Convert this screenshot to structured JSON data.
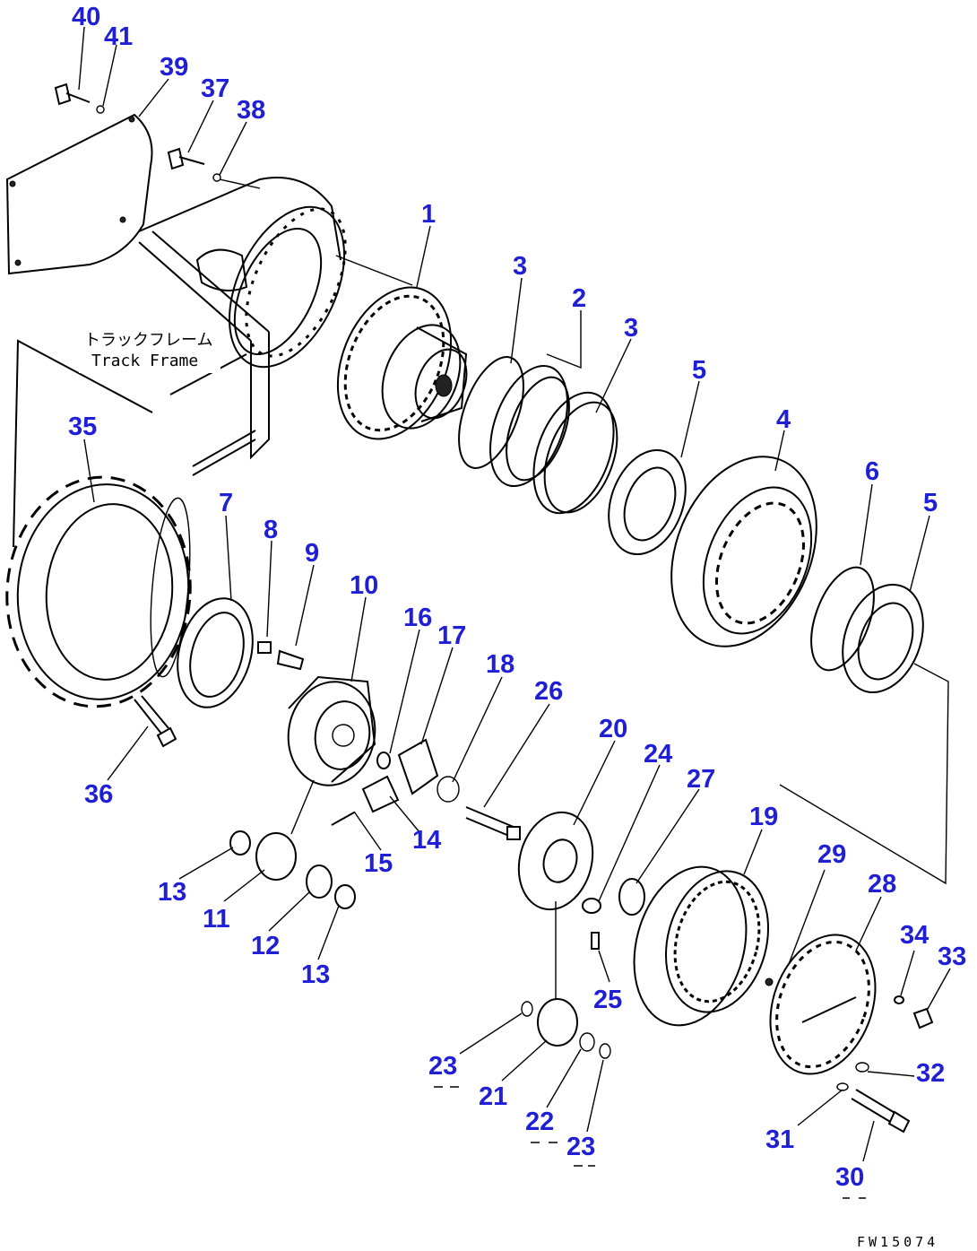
{
  "figure_code": "FW15074",
  "frame_label": {
    "line1": "トラックフレーム",
    "line2": "Track Frame"
  },
  "callouts": [
    "1",
    "2",
    "3",
    "3",
    "4",
    "5",
    "5",
    "6",
    "7",
    "8",
    "9",
    "10",
    "11",
    "12",
    "13",
    "13",
    "14",
    "15",
    "16",
    "17",
    "18",
    "19",
    "20",
    "21",
    "22",
    "23",
    "23",
    "24",
    "25",
    "26",
    "27",
    "28",
    "29",
    "30",
    "31",
    "32",
    "33",
    "34",
    "35",
    "36",
    "37",
    "38",
    "39",
    "40",
    "41"
  ],
  "colors": {
    "callout": "#1f1fd6",
    "line": "#000000",
    "background": "#ffffff"
  }
}
